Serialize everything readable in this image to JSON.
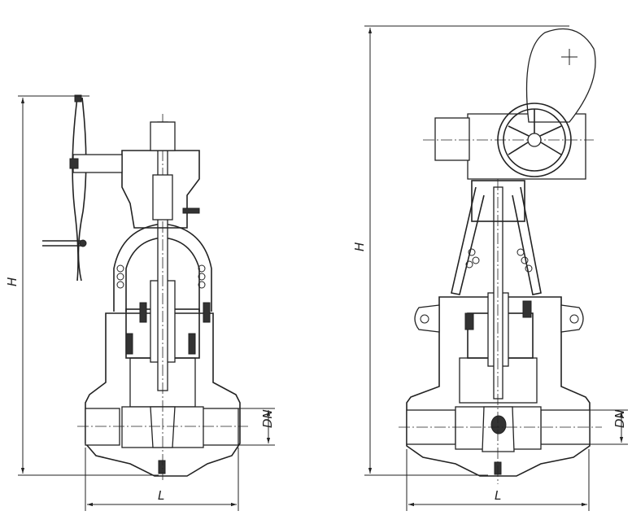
{
  "left_view": {
    "height_label": "H",
    "length_label": "L",
    "bore_label": "DN"
  },
  "right_view": {
    "height_label": "H",
    "length_label": "L",
    "bore_label": "DN"
  },
  "colors": {
    "line": "#222222",
    "background": "#ffffff"
  }
}
